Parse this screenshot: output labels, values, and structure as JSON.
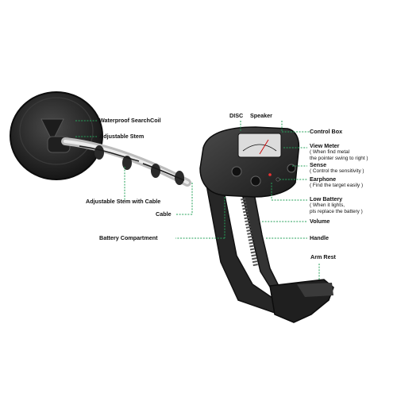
{
  "diagram": {
    "leader_color": "#25a25a",
    "device_color": "#2b2b2b",
    "labels": {
      "waterproof_searchcoil": "Waterproof SearchCoil",
      "adjustable_stem": "Adjustable Stem",
      "adjustable_stem_cable": "Adjustable Stem with Cable",
      "cable": "Cable",
      "battery_compartment": "Battery Compartment",
      "disc": "DISC",
      "speaker": "Speaker",
      "control_box": "Control Box",
      "view_meter": "View Meter",
      "view_meter_note_1": "( When find metal",
      "view_meter_note_2": "the pointer swing to right )",
      "sense": "Sense",
      "sense_note": "( Control the sensitivity )",
      "earphone": "Earphone",
      "earphone_note": "( Find the target easily )",
      "low_battery": "Low Battery",
      "low_battery_note_1": "( When it lights,",
      "low_battery_note_2": "pls replace the battery )",
      "volume": "Volume",
      "handle": "Handle",
      "arm_rest": "Arm Rest"
    }
  }
}
